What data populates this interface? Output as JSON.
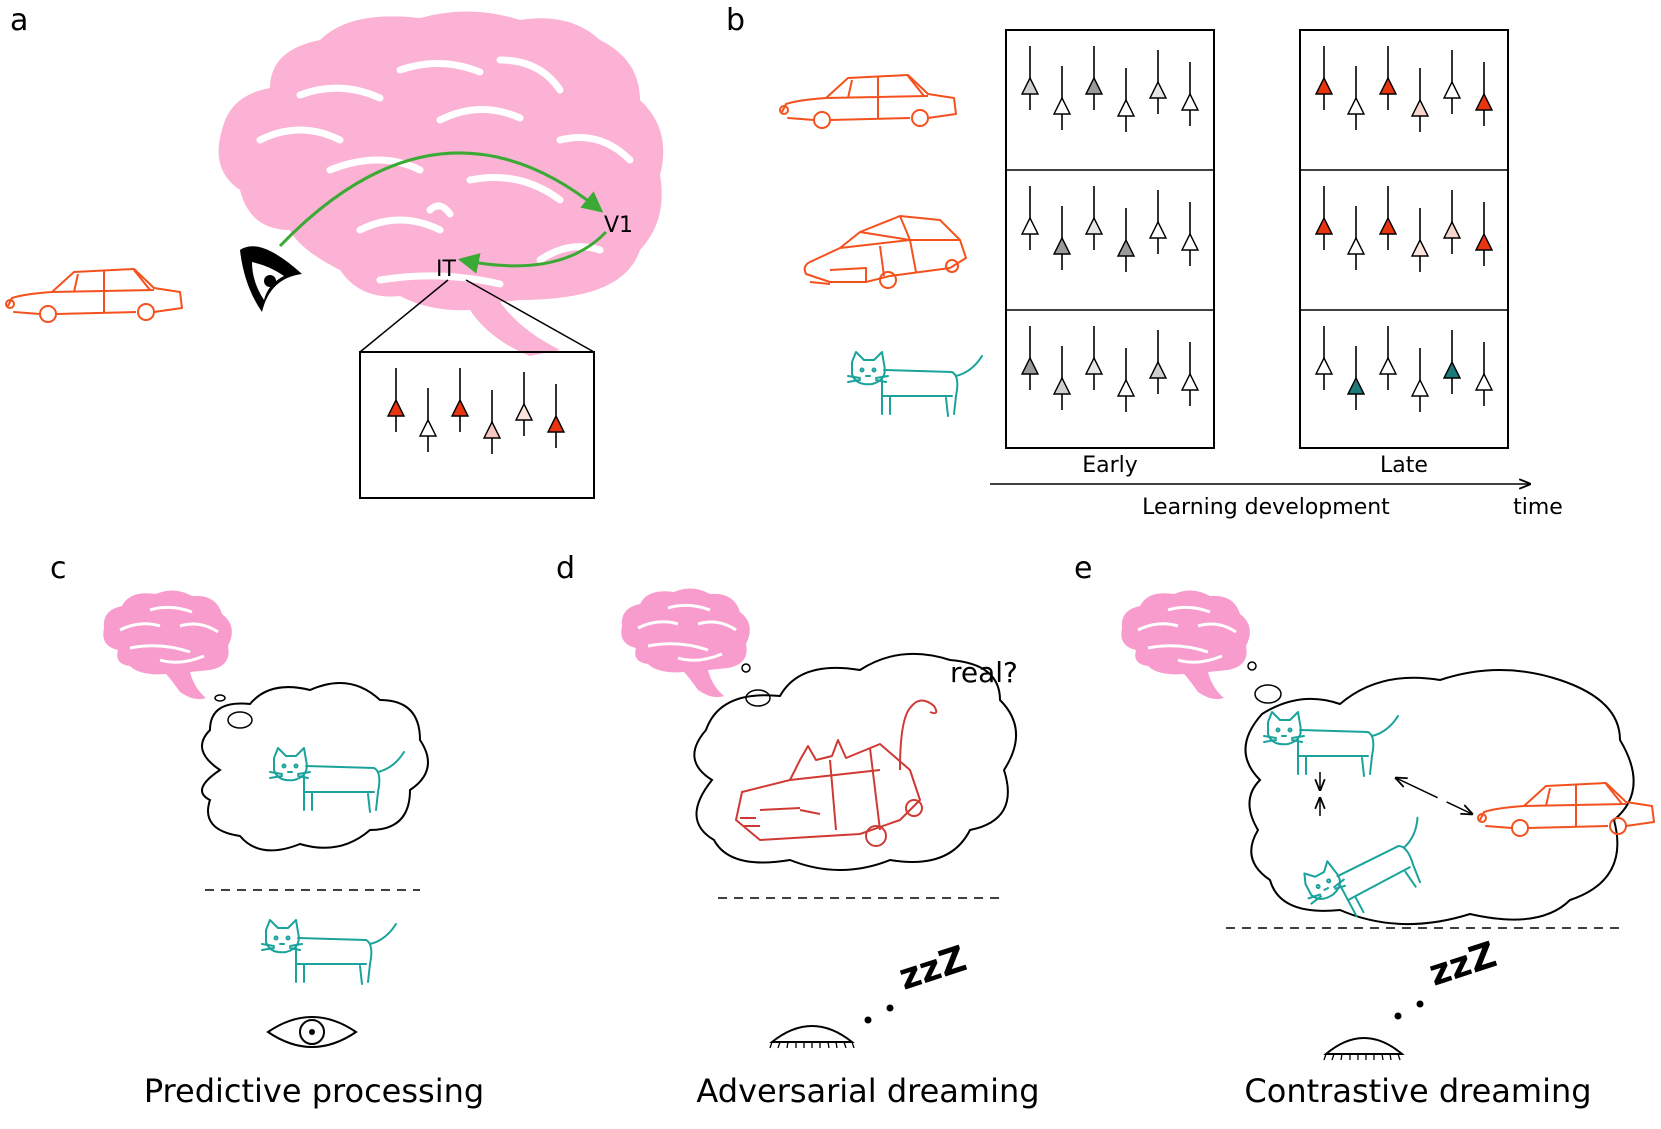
{
  "panels": {
    "a": {
      "label": "a",
      "region_v1": "V1",
      "region_it": "IT",
      "it_neuron_colors": [
        "#e8350f",
        "#ffffff",
        "#e8350f",
        "#f6c8c0",
        "#fbe4de",
        "#e8350f"
      ]
    },
    "b": {
      "label": "b",
      "early_label": "Early",
      "late_label": "Late",
      "axis_label": "Learning development",
      "time_label": "time",
      "stimuli": [
        "car-side",
        "car-perspective",
        "cat"
      ],
      "early_colors": [
        [
          "#cfcfcf",
          "#ffffff",
          "#9a9a9a",
          "#ffffff",
          "#e6e6e6",
          "#ffffff"
        ],
        [
          "#ffffff",
          "#9a9a9a",
          "#e6e6e6",
          "#9a9a9a",
          "#ffffff",
          "#ffffff"
        ],
        [
          "#9a9a9a",
          "#cfcfcf",
          "#e6e6e6",
          "#ffffff",
          "#cfcfcf",
          "#ffffff"
        ]
      ],
      "late_colors": [
        [
          "#e8350f",
          "#ffffff",
          "#e8350f",
          "#f6d5cd",
          "#ffffff",
          "#e8350f"
        ],
        [
          "#e8350f",
          "#ffffff",
          "#e8350f",
          "#fbe4de",
          "#f6d5cd",
          "#e8350f"
        ],
        [
          "#ffffff",
          "#1b7a7a",
          "#ffffff",
          "#ffffff",
          "#1b7a7a",
          "#ffffff"
        ]
      ]
    },
    "c": {
      "label": "c",
      "caption": "Predictive processing"
    },
    "d": {
      "label": "d",
      "caption": "Adversarial dreaming",
      "thought_text": "real?",
      "sleep_text": "zzZ"
    },
    "e": {
      "label": "e",
      "caption": "Contrastive dreaming",
      "sleep_text": "zzZ"
    }
  },
  "colors": {
    "brain": "#fbb2d4",
    "brain_small": "#f79ccd",
    "car": "#f4511e",
    "cat": "#1aa39b",
    "hybrid": "#cf3a34",
    "arrow_green": "#3aaa35",
    "neuron_red": "#e8350f",
    "neuron_teal": "#1b7a7a"
  }
}
